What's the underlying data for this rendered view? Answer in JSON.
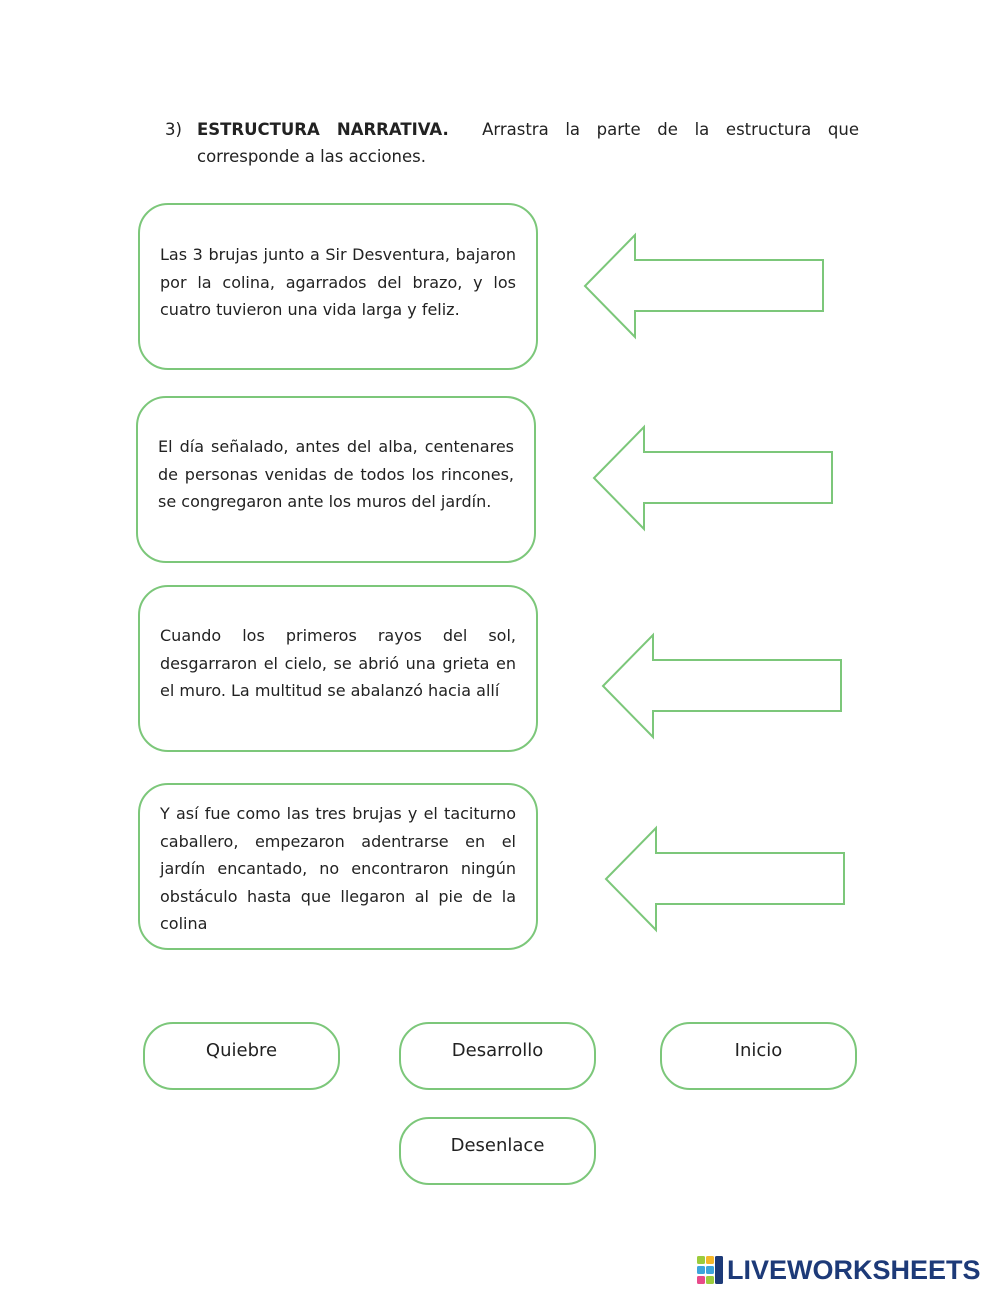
{
  "instruction": {
    "number": "3)",
    "title": "ESTRUCTURA NARRATIVA.",
    "text": "Arrastra la parte de la estructura que corresponde a las acciones."
  },
  "stories": [
    {
      "text": "Las 3 brujas junto a Sir Desventura, bajaron por la colina, agarrados del brazo, y los cuatro tuvieron una vida larga y feliz."
    },
    {
      "text": "El día señalado, antes del alba, centenares de personas venidas de todos los rincones, se congregaron ante los muros del jardín."
    },
    {
      "text": "Cuando los primeros rayos del sol, desgarraron el cielo, se abrió una grieta en el muro. La multitud se abalanzó hacia allí"
    },
    {
      "text": "Y así fue como las tres brujas y el taciturno caballero, empezaron adentrarse en el jardín encantado, no encontraron ningún obstáculo hasta que llegaron al pie de la colina"
    }
  ],
  "options": [
    {
      "label": "Quiebre"
    },
    {
      "label": "Desarrollo"
    },
    {
      "label": "Inicio"
    },
    {
      "label": "Desenlace"
    }
  ],
  "branding": {
    "logo_text": "LIVEWORKSHEETS",
    "logo_color": "#1d3a78"
  },
  "colors": {
    "border_green": "#7cc77a"
  }
}
